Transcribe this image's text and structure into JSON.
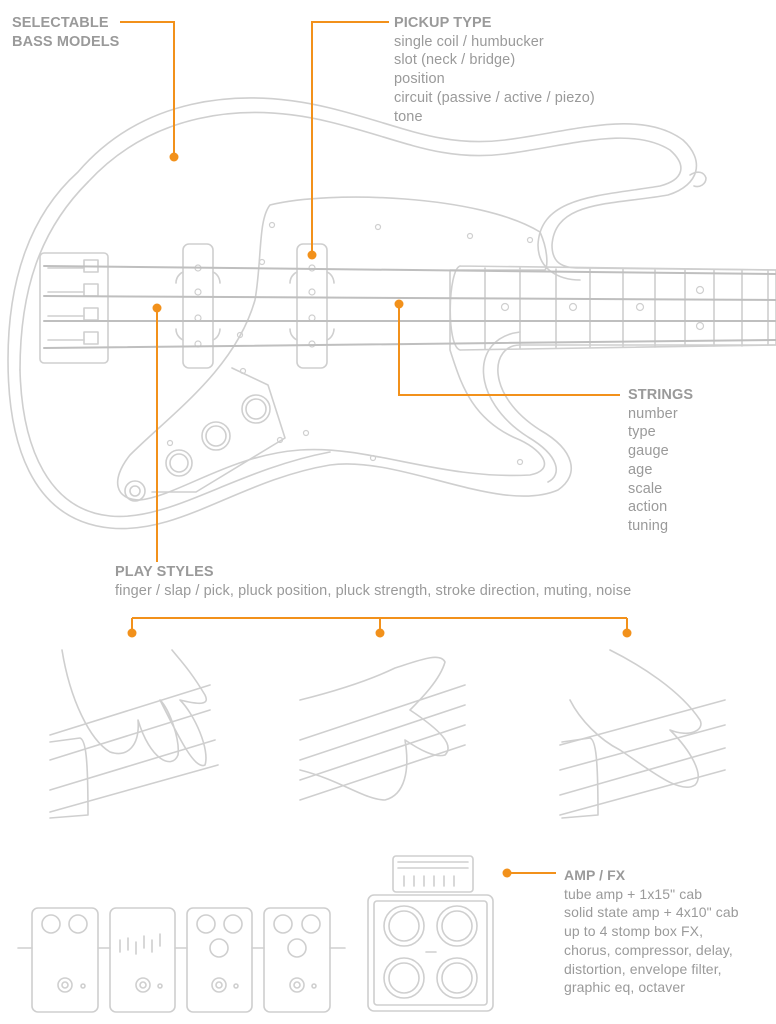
{
  "colors": {
    "accent": "#f2911b",
    "outline": "#cfcfcf",
    "label_text": "#9a9a9a"
  },
  "labels": {
    "bass_models": {
      "title_line1": "SELECTABLE",
      "title_line2": "BASS MODELS"
    },
    "pickup_type": {
      "title": "PICKUP TYPE",
      "lines": [
        "single coil / humbucker",
        "slot (neck / bridge)",
        "position",
        "circuit (passive / active / piezo)",
        "tone"
      ]
    },
    "strings": {
      "title": "STRINGS",
      "lines": [
        "number",
        "type",
        "gauge",
        "age",
        "scale",
        "action",
        "tuning"
      ]
    },
    "play_styles": {
      "title": "PLAY STYLES",
      "lines": [
        "finger / slap / pick, pluck position, pluck strength, stroke direction, muting, noise"
      ]
    },
    "amp_fx": {
      "title": "AMP / FX",
      "lines": [
        "tube amp + 1x15\" cab",
        "solid state amp + 4x10\" cab",
        "up to 4 stomp box FX,",
        "chorus, compressor, delay,",
        "distortion, envelope filter,",
        "graphic eq, octaver"
      ]
    }
  },
  "illustration": {
    "subjects": [
      "bass-guitar",
      "finger-style-hand",
      "slap-style-hand",
      "pick-style-hand",
      "stomp-box-pedals",
      "amp-head",
      "speaker-cabinet"
    ]
  }
}
